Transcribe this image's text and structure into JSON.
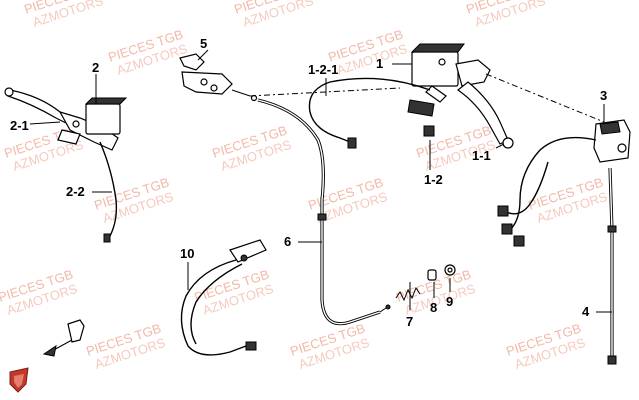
{
  "watermark": {
    "line1": "PIECES TGB",
    "line2": "AZMOTORS"
  },
  "part_labels": {
    "p1": "1",
    "p1_1": "1-1",
    "p1_2": "1-2",
    "p1_2_1": "1-2-1",
    "p2": "2",
    "p2_1": "2-1",
    "p2_2": "2-2",
    "p3": "3",
    "p4": "4",
    "p5": "5",
    "p6": "6",
    "p7": "7",
    "p8": "8",
    "p9": "9",
    "p10": "10"
  },
  "colors": {
    "watermark": "#f2b8a8",
    "logo": "#c0392b",
    "line": "#000000"
  }
}
